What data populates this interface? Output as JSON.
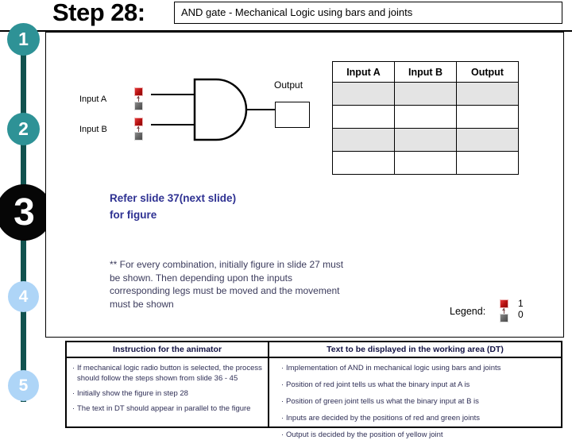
{
  "header": {
    "step_title": "Step 28:",
    "subject_box": "AND gate - Mechanical Logic using bars and joints"
  },
  "timeline": {
    "steps": [
      {
        "label": "1",
        "color": "#2e9296",
        "state": "inactive"
      },
      {
        "label": "2",
        "color": "#2e9296",
        "state": "inactive"
      },
      {
        "label": "3",
        "color": "#060606",
        "state": "active"
      },
      {
        "label": "4",
        "color": "#aed5f7",
        "state": "upcoming"
      },
      {
        "label": "5",
        "color": "#aed5f7",
        "state": "upcoming"
      }
    ]
  },
  "diagram": {
    "input_a_label": "Input A",
    "input_b_label": "Input B",
    "output_label": "Output",
    "gate_type": "AND",
    "toggle_a_state": "red-top-gray-bottom",
    "toggle_b_state": "red-top-gray-bottom",
    "output_value": ""
  },
  "truth_table": {
    "headers": [
      "Input A",
      "Input B",
      "Output"
    ],
    "rows": [
      {
        "shaded": true,
        "cells": [
          "",
          "",
          ""
        ]
      },
      {
        "shaded": false,
        "cells": [
          "",
          "",
          ""
        ]
      },
      {
        "shaded": true,
        "cells": [
          "",
          "",
          ""
        ]
      },
      {
        "shaded": false,
        "cells": [
          "",
          "",
          ""
        ]
      }
    ]
  },
  "notes": {
    "refer_line1": "Refer slide 37(next slide)",
    "refer_line2": "for figure",
    "refer_color": "#2e3192",
    "star_note": "** For every combination, initially figure in slide 27 must be shown. Then depending upon the inputs corresponding legs must be moved and the movement must be shown"
  },
  "legend": {
    "label": "Legend:",
    "value_on": "1",
    "value_off": "0",
    "color_on": "#b40f0f",
    "color_off": "#5f5f5f"
  },
  "bottom_table": {
    "headers": [
      "Instruction for the animator",
      "Text to be displayed in the working area (DT)"
    ],
    "left_items": [
      "If mechanical logic radio button is selected, the process should follow the steps shown from slide 36 - 45",
      "Initially show the figure in step 28",
      "The text in DT should appear in parallel to the figure"
    ],
    "right_items": [
      "Implementation of AND in mechanical logic using bars and joints",
      "Position of red joint tells us what the binary input at A is",
      "Position of green joint tells us what the binary input at B is",
      "Inputs are decided by the positions of red and green joints",
      "Output is decided by the position of yellow joint"
    ],
    "bullet_glyph": "·"
  }
}
